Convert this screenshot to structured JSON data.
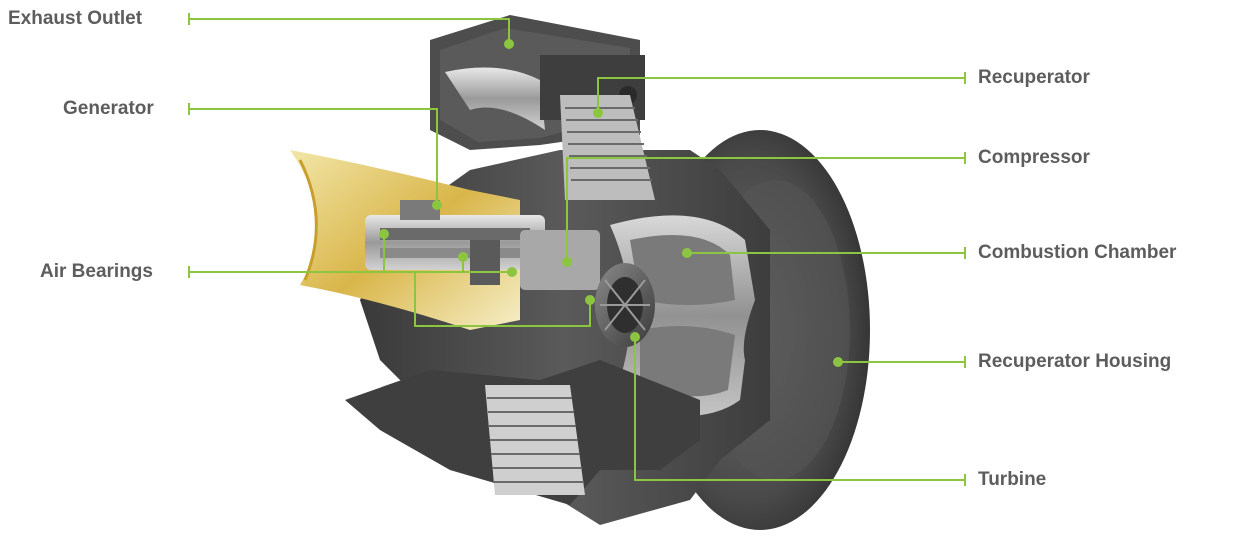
{
  "accent_color": "#8cc640",
  "labels": {
    "exhaust_outlet": "Exhaust Outlet",
    "generator": "Generator",
    "air_bearings": "Air Bearings",
    "recuperator": "Recuperator",
    "compressor": "Compressor",
    "combustion_chamber": "Combustion Chamber",
    "recuperator_housing": "Recuperator Housing",
    "turbine": "Turbine"
  }
}
